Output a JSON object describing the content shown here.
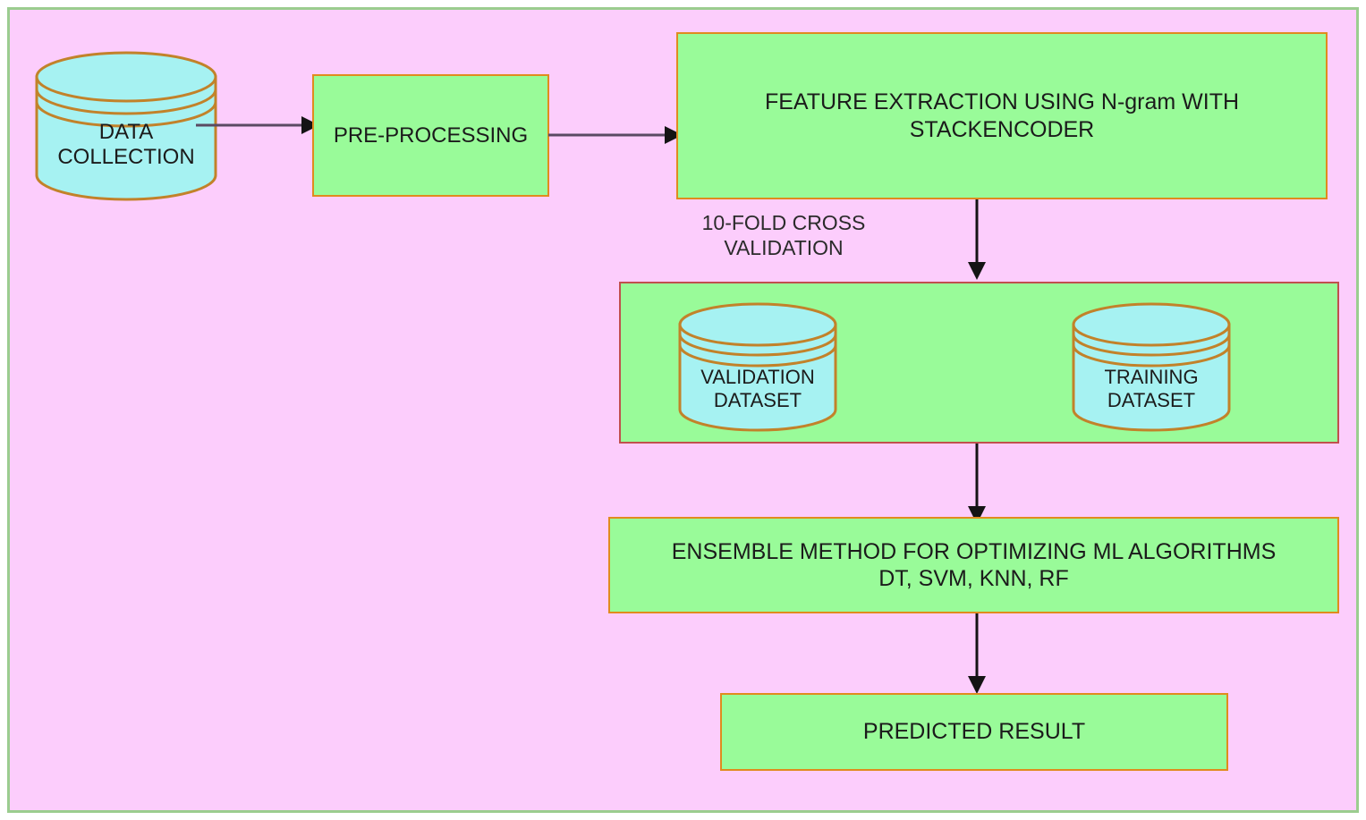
{
  "diagram": {
    "title": "Machine Learning Pipeline Flowchart",
    "background_color": "#fccdfc",
    "border_color": "#9bcd8f",
    "process_fill": "#99fb99",
    "process_border": "#e08b1e",
    "group_border": "#c0504d",
    "cylinder_fill": "#a6f2f2",
    "cylinder_border": "#c2822a",
    "arrow_color": "#000000",
    "first_arrow_color": "#5a4a63"
  },
  "nodes": {
    "data_collection": {
      "label": "DATA\nCOLLECTION",
      "line1": "DATA",
      "line2": "COLLECTION",
      "shape": "cylinder"
    },
    "pre_processing": {
      "label": "PRE-PROCESSING",
      "shape": "rectangle"
    },
    "feature_extraction": {
      "line1": "FEATURE EXTRACTION USING N-gram WITH",
      "line2": "STACKENCODER",
      "shape": "rectangle"
    },
    "cross_validation_caption": {
      "line1": "10-FOLD CROSS",
      "line2": "VALIDATION"
    },
    "dataset_group": {
      "validation_dataset": {
        "line1": "VALIDATION",
        "line2": "DATASET",
        "shape": "cylinder"
      },
      "training_dataset": {
        "line1": "TRAINING",
        "line2": "DATASET",
        "shape": "cylinder"
      }
    },
    "ensemble_method": {
      "line1": "ENSEMBLE METHOD FOR OPTIMIZING ML ALGORITHMS",
      "line2": "DT, SVM, KNN, RF",
      "shape": "rectangle"
    },
    "predicted_result": {
      "label": "PREDICTED RESULT",
      "shape": "rectangle"
    }
  },
  "edges": [
    {
      "from": "data_collection",
      "to": "pre_processing",
      "direction": "right"
    },
    {
      "from": "pre_processing",
      "to": "feature_extraction",
      "direction": "right"
    },
    {
      "from": "feature_extraction",
      "to": "dataset_group",
      "direction": "down"
    },
    {
      "from": "dataset_group",
      "to": "ensemble_method",
      "direction": "down"
    },
    {
      "from": "ensemble_method",
      "to": "predicted_result",
      "direction": "down"
    }
  ]
}
